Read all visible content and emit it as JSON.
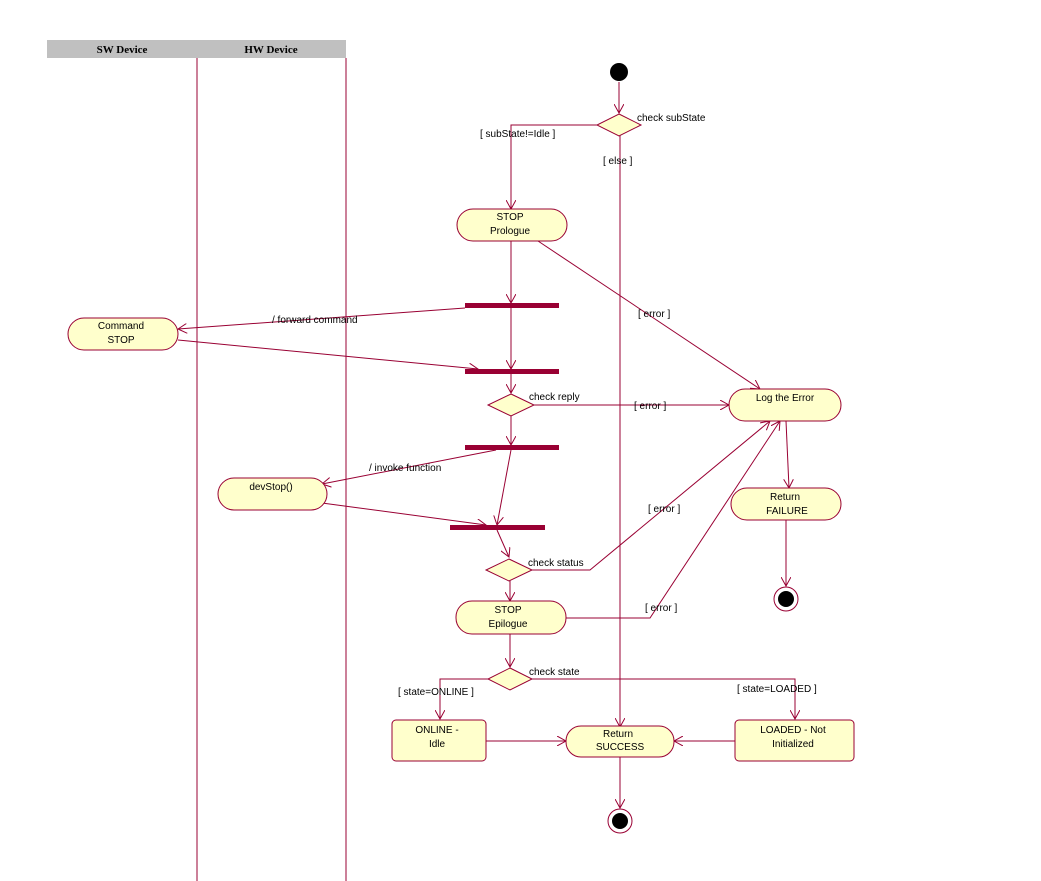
{
  "swimlanes": [
    {
      "id": "sw",
      "label": "SW Device"
    },
    {
      "id": "hw",
      "label": "HW Device"
    }
  ],
  "nodes": {
    "stop_prologue": {
      "line1": "STOP",
      "line2": "Prologue"
    },
    "command_stop": {
      "line1": "Command",
      "line2": "STOP"
    },
    "log_error": {
      "line1": "Log the Error",
      "line2": ""
    },
    "dev_stop": {
      "line1": "devStop()",
      "line2": ""
    },
    "return_failure": {
      "line1": "Return",
      "line2": "FAILURE"
    },
    "stop_epilogue": {
      "line1": "STOP",
      "line2": "Epilogue"
    },
    "online_idle": {
      "line1": "ONLINE -",
      "line2": "Idle"
    },
    "return_success": {
      "line1": "Return",
      "line2": "SUCCESS"
    },
    "loaded": {
      "line1": "LOADED - Not",
      "line2": "Initialized"
    }
  },
  "decisions": {
    "check_substate": "check subState",
    "check_reply": "check reply",
    "check_status": "check status",
    "check_state": "check state"
  },
  "edge_labels": {
    "substate_not_idle": "[ subState!=Idle ]",
    "else": "[ else ]",
    "forward_command": "/ forward command",
    "error_prologue": "[ error ]",
    "error_reply": "[ error ]",
    "invoke_function": "/ invoke function",
    "error_status": "[ error ]",
    "error_epilogue": "[ error ]",
    "state_online": "[ state=ONLINE ]",
    "state_loaded": "[ state=LOADED ]"
  }
}
